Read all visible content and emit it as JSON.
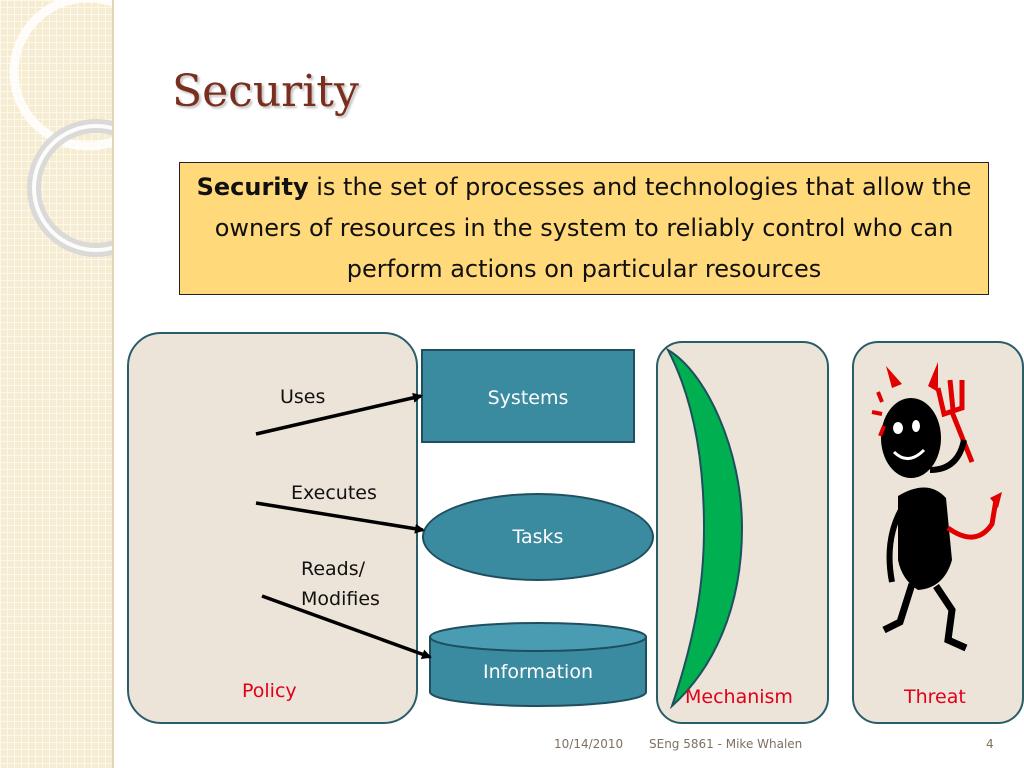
{
  "slide": {
    "title": "Security",
    "definition": {
      "term": "Security",
      "text": " is the set of processes and technologies that allow the owners of resources in the system to reliably control who can perform actions on particular resources"
    }
  },
  "diagram": {
    "edge_labels": {
      "uses": "Uses",
      "executes": "Executes",
      "reads_modifies": "Reads/\nModifies"
    },
    "nodes": {
      "systems": "Systems",
      "tasks": "Tasks",
      "information": "Information"
    },
    "panels": {
      "policy": "Policy",
      "mechanism": "Mechanism",
      "threat": "Threat"
    }
  },
  "footer": {
    "date": "10/14/2010",
    "course": "SEng 5861 - Mike Whalen",
    "page": "4"
  },
  "colors": {
    "title": "#7a2e1e",
    "definition_bg": "#ffd97a",
    "panel_bg": "#ece4d8",
    "panel_border": "#2a5d6a",
    "node_fill": "#3a8aa0",
    "label_red": "#e0001a",
    "shield_green": "#00b050"
  }
}
